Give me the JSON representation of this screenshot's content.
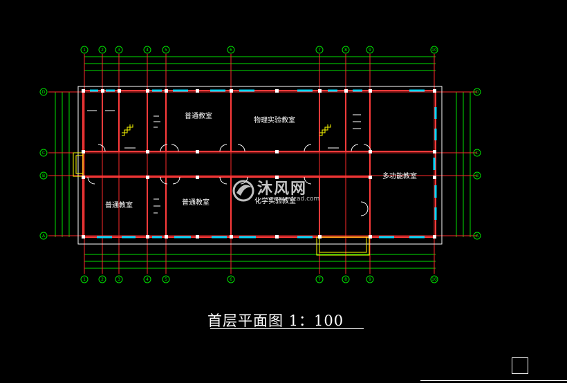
{
  "title": "首层平面图   1：100",
  "watermark": {
    "text": "沐风网",
    "url": "www.mfcad.com"
  },
  "grid_columns": [
    "1",
    "2",
    "3",
    "4",
    "5",
    "6",
    "7",
    "8",
    "9",
    "10"
  ],
  "grid_rows": [
    "D",
    "C",
    "B",
    "A"
  ],
  "rooms": {
    "r1": "普通教室",
    "r2": "物理实验教室",
    "r3": "普通教室",
    "r4": "普通教室",
    "r5": "化学实验教室",
    "r6": "多功能教室"
  },
  "colors": {
    "background": "#000000",
    "wall": "#ff3b3b",
    "axis": "#ff2a2a",
    "dimension": "#00e000",
    "window": "#00d8ff",
    "detail": "#ffffff",
    "stair": "#ffff00"
  }
}
